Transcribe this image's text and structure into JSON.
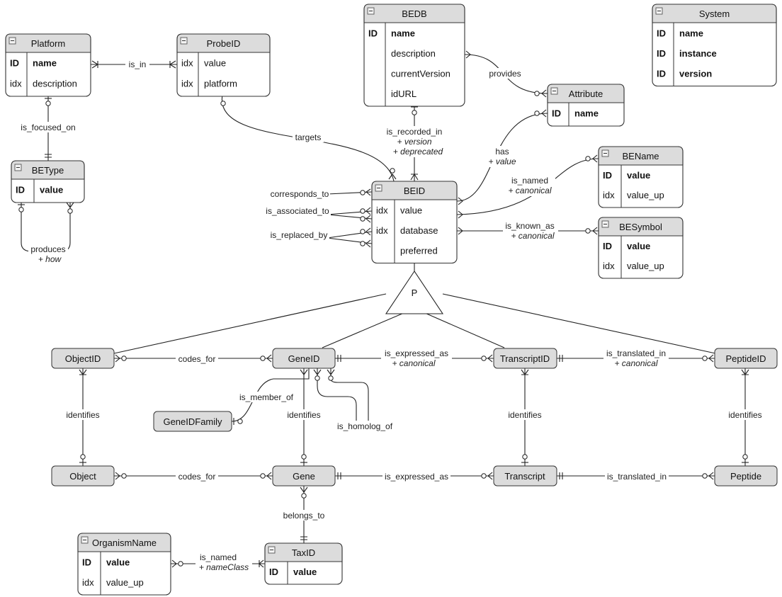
{
  "entities": {
    "platform": {
      "title": "Platform",
      "rows": [
        {
          "key": "ID",
          "name": "name",
          "bold": true
        },
        {
          "key": "idx",
          "name": "description",
          "bold": false
        }
      ]
    },
    "probeid": {
      "title": "ProbeID",
      "rows": [
        {
          "key": "idx",
          "name": "value",
          "bold": false
        },
        {
          "key": "idx",
          "name": "platform",
          "bold": false
        }
      ]
    },
    "bedb": {
      "title": "BEDB",
      "rows": [
        {
          "key": "ID",
          "name": "name",
          "bold": true
        },
        {
          "key": "",
          "name": "description",
          "bold": false
        },
        {
          "key": "",
          "name": "currentVersion",
          "bold": false
        },
        {
          "key": "",
          "name": "idURL",
          "bold": false
        }
      ]
    },
    "system": {
      "title": "System",
      "rows": [
        {
          "key": "ID",
          "name": "name",
          "bold": true
        },
        {
          "key": "ID",
          "name": "instance",
          "bold": true
        },
        {
          "key": "ID",
          "name": "version",
          "bold": true
        }
      ]
    },
    "attribute": {
      "title": "Attribute",
      "rows": [
        {
          "key": "ID",
          "name": "name",
          "bold": true
        }
      ]
    },
    "betype": {
      "title": "BEType",
      "rows": [
        {
          "key": "ID",
          "name": "value",
          "bold": true
        }
      ]
    },
    "beid": {
      "title": "BEID",
      "rows": [
        {
          "key": "idx",
          "name": "value",
          "bold": false
        },
        {
          "key": "idx",
          "name": "database",
          "bold": false
        },
        {
          "key": "",
          "name": "preferred",
          "bold": false
        }
      ]
    },
    "bename": {
      "title": "BEName",
      "rows": [
        {
          "key": "ID",
          "name": "value",
          "bold": true
        },
        {
          "key": "idx",
          "name": "value_up",
          "bold": false
        }
      ]
    },
    "besymbol": {
      "title": "BESymbol",
      "rows": [
        {
          "key": "ID",
          "name": "value",
          "bold": true
        },
        {
          "key": "idx",
          "name": "value_up",
          "bold": false
        }
      ]
    },
    "organismname": {
      "title": "OrganismName",
      "rows": [
        {
          "key": "ID",
          "name": "value",
          "bold": true
        },
        {
          "key": "idx",
          "name": "value_up",
          "bold": false
        }
      ]
    },
    "taxid": {
      "title": "TaxID",
      "rows": [
        {
          "key": "ID",
          "name": "value",
          "bold": true
        }
      ]
    }
  },
  "simple_entities": {
    "objectid": "ObjectID",
    "geneid": "GeneID",
    "transcriptid": "TranscriptID",
    "peptideid": "PeptideID",
    "genefamily": "GeneIDFamily",
    "object": "Object",
    "gene": "Gene",
    "transcript": "Transcript",
    "peptide": "Peptide"
  },
  "partition_label": "P",
  "relationships": {
    "is_in": "is_in",
    "is_focused_on": "is_focused_on",
    "produces": "produces",
    "produces_attr": "+ how",
    "targets": "targets",
    "provides": "provides",
    "is_recorded_in": "is_recorded_in",
    "is_recorded_in_attr1": "+ version",
    "is_recorded_in_attr2": "+ deprecated",
    "has": "has",
    "has_attr": "+ value",
    "corresponds_to": "corresponds_to",
    "is_associated_to": "is_associated_to",
    "is_replaced_by": "is_replaced_by",
    "is_named": "is_named",
    "is_named_attr": "+ canonical",
    "is_known_as": "is_known_as",
    "is_known_as_attr": "+ canonical",
    "codes_for_id": "codes_for",
    "is_expressed_as_id": "is_expressed_as",
    "is_expressed_as_id_attr": "+ canonical",
    "is_translated_in_id": "is_translated_in",
    "is_translated_in_id_attr": "+ canonical",
    "is_member_of": "is_member_of",
    "is_homolog_of": "is_homolog_of",
    "identifies_object": "identifies",
    "identifies_gene": "identifies",
    "identifies_transcript": "identifies",
    "identifies_peptide": "identifies",
    "codes_for": "codes_for",
    "is_expressed_as": "is_expressed_as",
    "is_translated_in": "is_translated_in",
    "belongs_to": "belongs_to",
    "is_named_tax": "is_named",
    "is_named_tax_attr": "+ nameClass"
  }
}
